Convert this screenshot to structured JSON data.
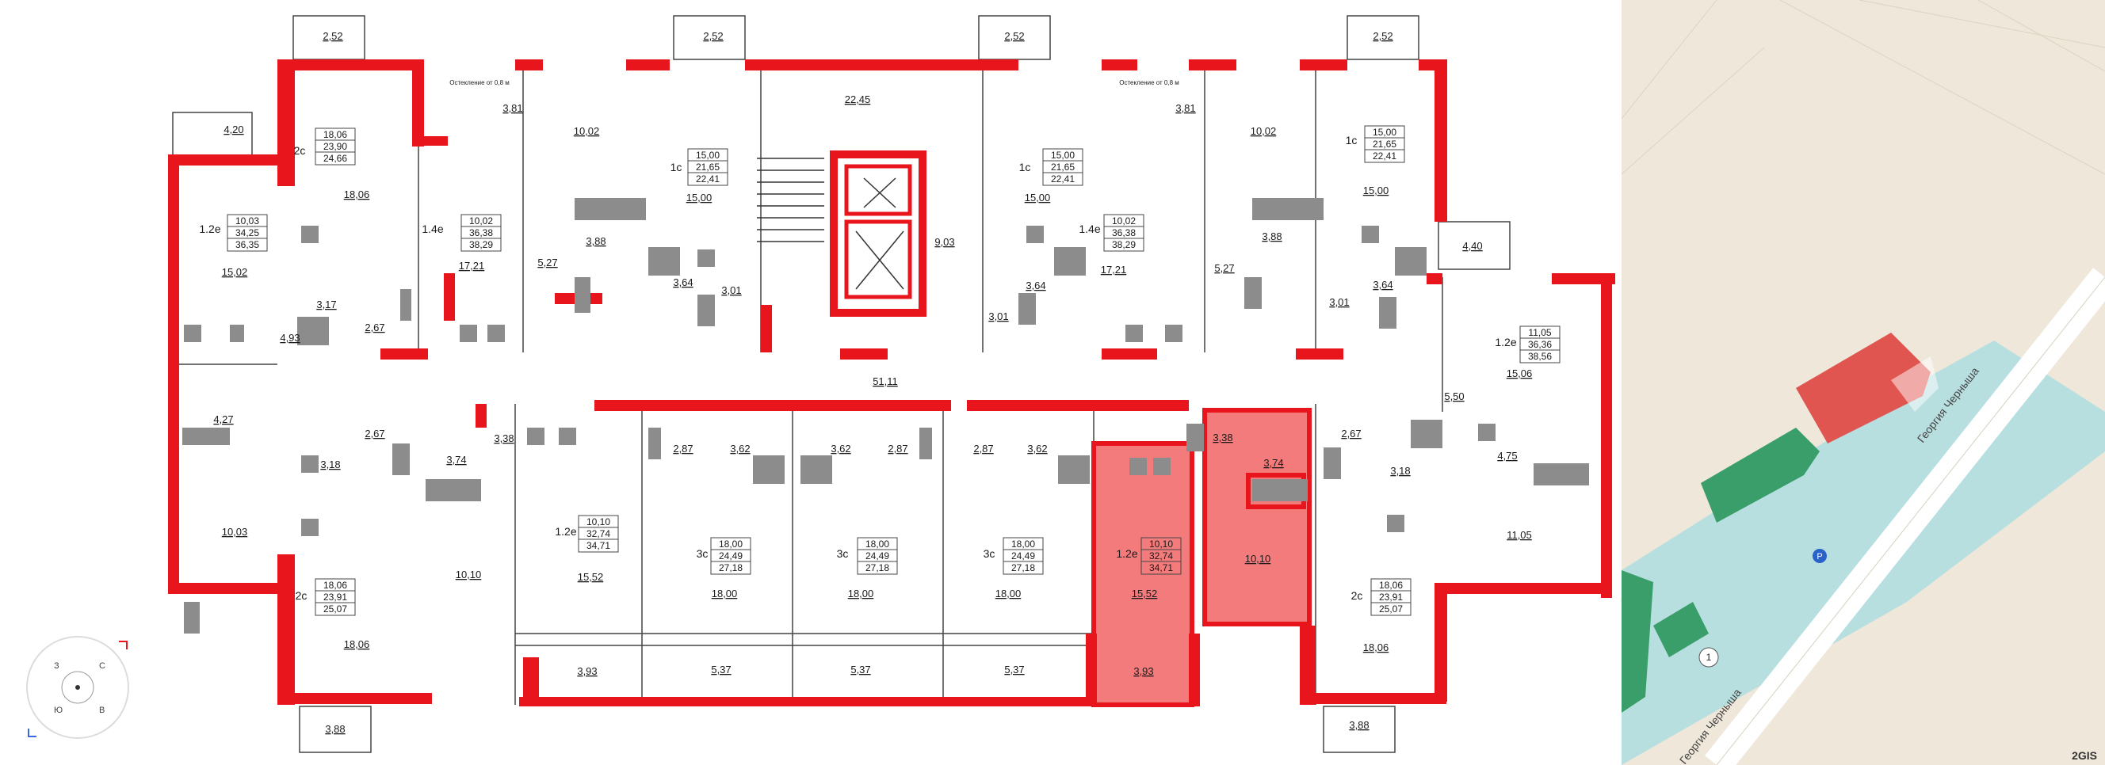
{
  "colors": {
    "wall": "#e8151c",
    "highlight": "#f47b7c",
    "fixture": "#8c8c8c",
    "map_bg": "#efe8da",
    "map_water": "#b8dfe0",
    "building_green": "#3a9e6a",
    "building_red": "#e0554f"
  },
  "plan": {
    "balconies": {
      "b1": "2,52",
      "b2": "2,52",
      "b3": "2,52",
      "b4": "2,52",
      "b5": "4,20",
      "b6": "4,40",
      "b7": "3,88",
      "b8": "3,88"
    },
    "notes": {
      "n1": "Остекление от 0,8 м",
      "n2": "Остекление от 0,8 м"
    },
    "apartments": [
      {
        "type": "2с",
        "a": "18,06",
        "b": "23,90",
        "c": "24,66"
      },
      {
        "type": "1.2е",
        "a": "10,03",
        "b": "34,25",
        "c": "36,35"
      },
      {
        "type": "1.4е",
        "a": "10,02",
        "b": "36,38",
        "c": "38,29"
      },
      {
        "type": "1с",
        "a": "15,00",
        "b": "21,65",
        "c": "22,41"
      },
      {
        "type": "1с",
        "a": "15,00",
        "b": "21,65",
        "c": "22,41"
      },
      {
        "type": "1.4е",
        "a": "10,02",
        "b": "36,38",
        "c": "38,29"
      },
      {
        "type": "1с",
        "a": "15,00",
        "b": "21,65",
        "c": "22,41"
      },
      {
        "type": "1.2е",
        "a": "11,05",
        "b": "36,36",
        "c": "38,56"
      },
      {
        "type": "1.2е",
        "a": "10,10",
        "b": "32,74",
        "c": "34,71"
      },
      {
        "type": "3с",
        "a": "18,00",
        "b": "24,49",
        "c": "27,18"
      },
      {
        "type": "3с",
        "a": "18,00",
        "b": "24,49",
        "c": "27,18"
      },
      {
        "type": "3с",
        "a": "18,00",
        "b": "24,49",
        "c": "27,18"
      },
      {
        "type": "1.2е",
        "a": "10,10",
        "b": "32,74",
        "c": "34,71"
      },
      {
        "type": "2с",
        "a": "18,06",
        "b": "23,91",
        "c": "25,07"
      },
      {
        "type": "2с",
        "a": "18,06",
        "b": "23,91",
        "c": "25,07"
      }
    ],
    "rooms": {
      "r1": "3,81",
      "r2": "3,81",
      "r3": "22,45",
      "r4": "10,02",
      "r5": "10,02",
      "r6": "18,06",
      "r7": "15,00",
      "r8": "15,00",
      "r9": "15,00",
      "r10": "15,02",
      "r11": "17,21",
      "r12": "17,21",
      "r13": "9,03",
      "r14": "5,27",
      "r15": "5,27",
      "r16": "3,88",
      "r17": "3,88",
      "r18": "3,64",
      "r19": "3,64",
      "r20": "3,64",
      "r21": "3,01",
      "r22": "3,01",
      "r23": "3,01",
      "r24": "3,17",
      "r25": "2,67",
      "r26": "4,93",
      "r27": "51,11",
      "r28": "4,27",
      "r29": "2,67",
      "r30": "3,38",
      "r31": "3,74",
      "r32": "2,87",
      "r33": "3,62",
      "r34": "3,62",
      "r35": "2,87",
      "r36": "2,87",
      "r37": "3,62",
      "r38": "3,38",
      "r39": "3,74",
      "r40": "2,67",
      "r41": "3,18",
      "r42": "3,18",
      "r43": "5,50",
      "r44": "15,06",
      "r45": "4,75",
      "r46": "10,03",
      "r47": "10,10",
      "r48": "15,52",
      "r49": "18,00",
      "r50": "18,00",
      "r51": "18,00",
      "r52": "15,52",
      "r53": "10,10",
      "r54": "11,05",
      "r55": "18,06",
      "r56": "18,06",
      "r57": "3,93",
      "r58": "5,37",
      "r59": "5,37",
      "r60": "5,37",
      "r61": "3,93"
    }
  },
  "map": {
    "street1": "Георгия Черныша",
    "street2": "Георгия Черныша",
    "parking_icon": "P",
    "marker": "1",
    "brand": "2GIS"
  },
  "compass": {
    "letters": [
      "С",
      "В",
      "Ю",
      "З"
    ]
  }
}
